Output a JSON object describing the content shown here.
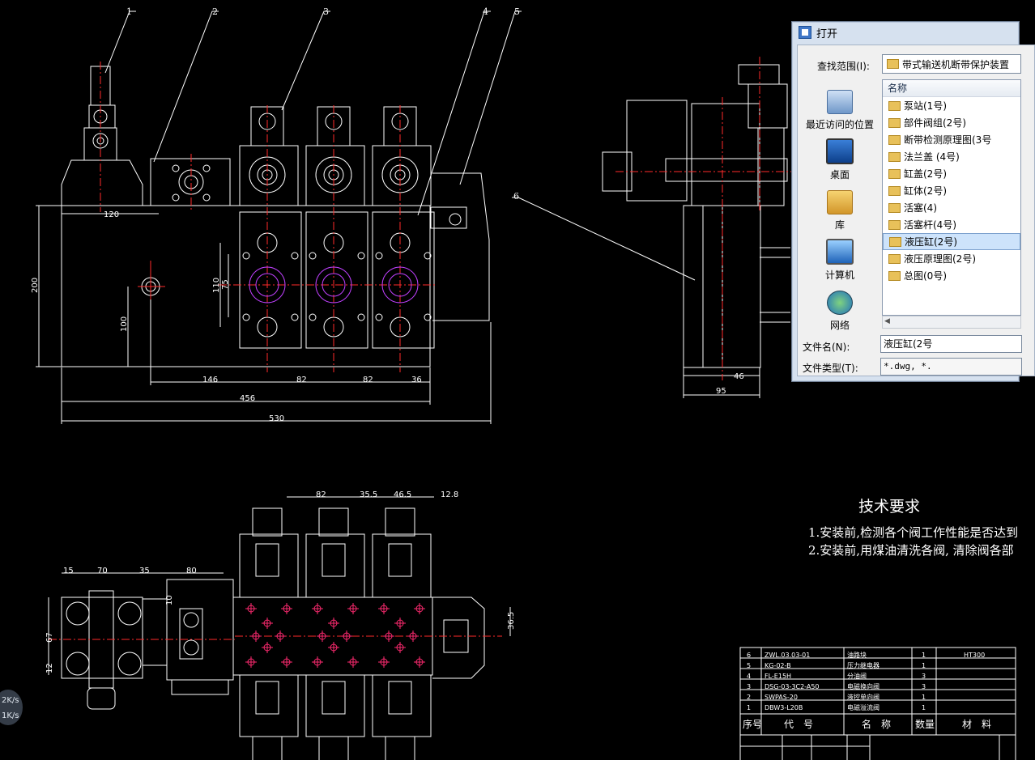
{
  "drawing": {
    "balloons": [
      "1",
      "2",
      "3",
      "4",
      "5",
      "6"
    ],
    "dimensions": {
      "d120": "120",
      "d200": "200",
      "d100": "100",
      "d110": "110",
      "d75": "75",
      "d146": "146",
      "d82a": "82",
      "d82b": "82",
      "d36": "36",
      "d456": "456",
      "d530": "530",
      "d46": "46",
      "d95": "95",
      "t82": "82",
      "t355": "35.5",
      "t465": "46.5",
      "t128": "12.8",
      "t15": "15",
      "t70": "70",
      "t35": "35",
      "t80": "80",
      "t10": "10",
      "t67": "67",
      "t12": "12",
      "t365": "36.5"
    },
    "requirements": {
      "title": "技术要求",
      "line1": "1.安装前,检测各个阀工作性能是否达到",
      "line2": "2.安装前,用煤油清洗各阀, 清除阀各部"
    },
    "bom": {
      "rows": [
        {
          "no": "6",
          "code": "ZWL.03.03-01",
          "name": "油路块",
          "qty": "1",
          "mat": "HT300"
        },
        {
          "no": "5",
          "code": "KG-02-B",
          "name": "压力继电器",
          "qty": "1",
          "mat": ""
        },
        {
          "no": "4",
          "code": "FL-E15H",
          "name": "分油阀",
          "qty": "3",
          "mat": ""
        },
        {
          "no": "3",
          "code": "DSG-03-3C2-A50",
          "name": "电磁换向阀",
          "qty": "3",
          "mat": ""
        },
        {
          "no": "2",
          "code": "SWPAS-20",
          "name": "液控单向阀",
          "qty": "1",
          "mat": ""
        },
        {
          "no": "1",
          "code": "DBW3-L20B",
          "name": "电磁溢流阀",
          "qty": "1",
          "mat": ""
        }
      ],
      "header": {
        "no": "序号",
        "code": "代　号",
        "name": "名　称",
        "qty": "数量",
        "mat": "材　料"
      }
    }
  },
  "dialog": {
    "title": "打开",
    "look_in_label": "查找范围(I):",
    "look_in_value": "带式输送机断带保护装置",
    "places": [
      "最近访问的位置",
      "桌面",
      "库",
      "计算机",
      "网络"
    ],
    "list_header": "名称",
    "files": [
      "泵站(1号)",
      "部件阀组(2号)",
      "断带检测原理图(3号",
      "法兰盖 (4号)",
      "缸盖(2号)",
      "缸体(2号)",
      "活塞(4)",
      "活塞杆(4号)",
      "液压缸(2号)",
      "液压原理图(2号)",
      "总图(0号)"
    ],
    "selected_index": 8,
    "filename_label": "文件名(N):",
    "filename_value": "液压缸(2号",
    "filetype_label": "文件类型(T):",
    "filetype_value": "*.dwg, *."
  },
  "netspeed": {
    "up": "2K/s",
    "down": "1K/s"
  }
}
